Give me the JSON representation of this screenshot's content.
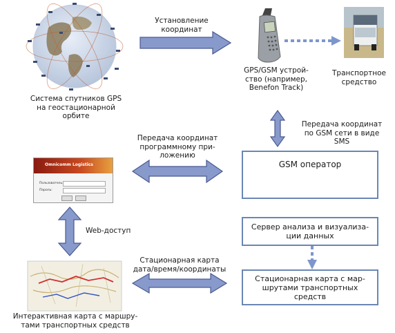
{
  "labels": {
    "gps_system": "Система спутников GPS\nна геостационарной\nорбите",
    "gps_device": "GPS/GSM устрой-\nство (например,\nBenefon Track)",
    "vehicle": "Транспортное\nсредство",
    "establish_coords": "Установление\nкоординат",
    "sms_transfer": "Передача координат\nпо GSM сети в виде\nSMS",
    "app_transfer": "Передача координат\nпрограммному при-\nложению",
    "web_access": "Web-доступ",
    "stationary_map_label": "Стационарная карта\nдата/время/координаты",
    "interactive_map": "Интерактивная карта с маршру-\nтами транспортных средств"
  },
  "boxes": {
    "gsm_operator": "GSM оператор",
    "server": "Сервер анализа и визуализа-\nции данных",
    "stationary_map": "Стационарная карта с мар-\nшрутами транспортных\nсредств"
  },
  "app_window": {
    "logo_text": "Omnicomm Logistics",
    "username_label": "Пользователь:",
    "password_label": "Пароль:"
  },
  "colors": {
    "arrow_fill": "#8899cc",
    "arrow_stroke": "#4a5a90",
    "box_border": "#6a86b4",
    "dotted": "#7d96cc"
  }
}
